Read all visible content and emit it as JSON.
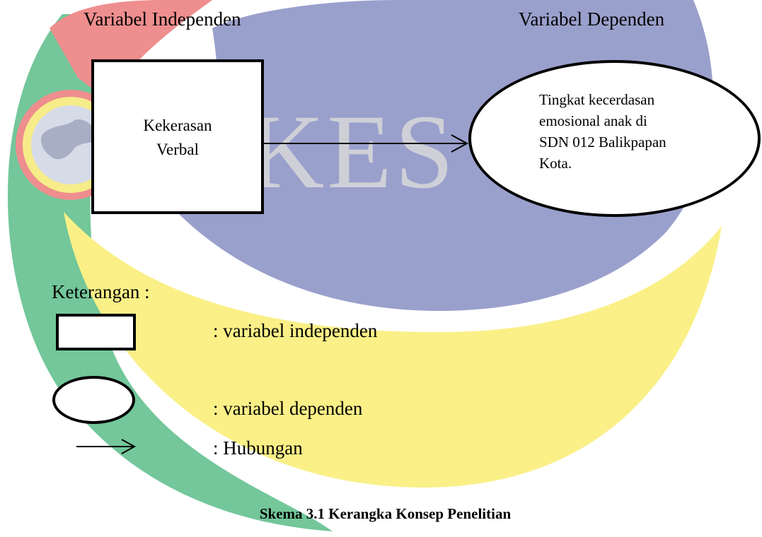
{
  "header": {
    "independent_heading": "Variabel Independen",
    "dependent_heading": "Variabel Dependen"
  },
  "diagram": {
    "independent_variable": "Kekerasan\nVerbal",
    "dependent_variable": "Tingkat kecerdasan\nemosional anak di\nSDN 012 Balikpapan\nKota."
  },
  "legend": {
    "title": "Keterangan :",
    "items": [
      {
        "shape": "rectangle",
        "label": ": variabel independen"
      },
      {
        "shape": "ellipse",
        "label": ": variabel dependen"
      },
      {
        "shape": "arrow",
        "label": ": Hubungan"
      }
    ]
  },
  "caption": "Skema 3.1 Kerangka Konsep Penelitian",
  "watermark": {
    "text": "KES",
    "colors": {
      "red": "#ee8e8e",
      "green": "#73c79a",
      "yellow": "#faf087",
      "blue": "#9aa0cc",
      "text_gray": "#d9d9d9"
    }
  }
}
